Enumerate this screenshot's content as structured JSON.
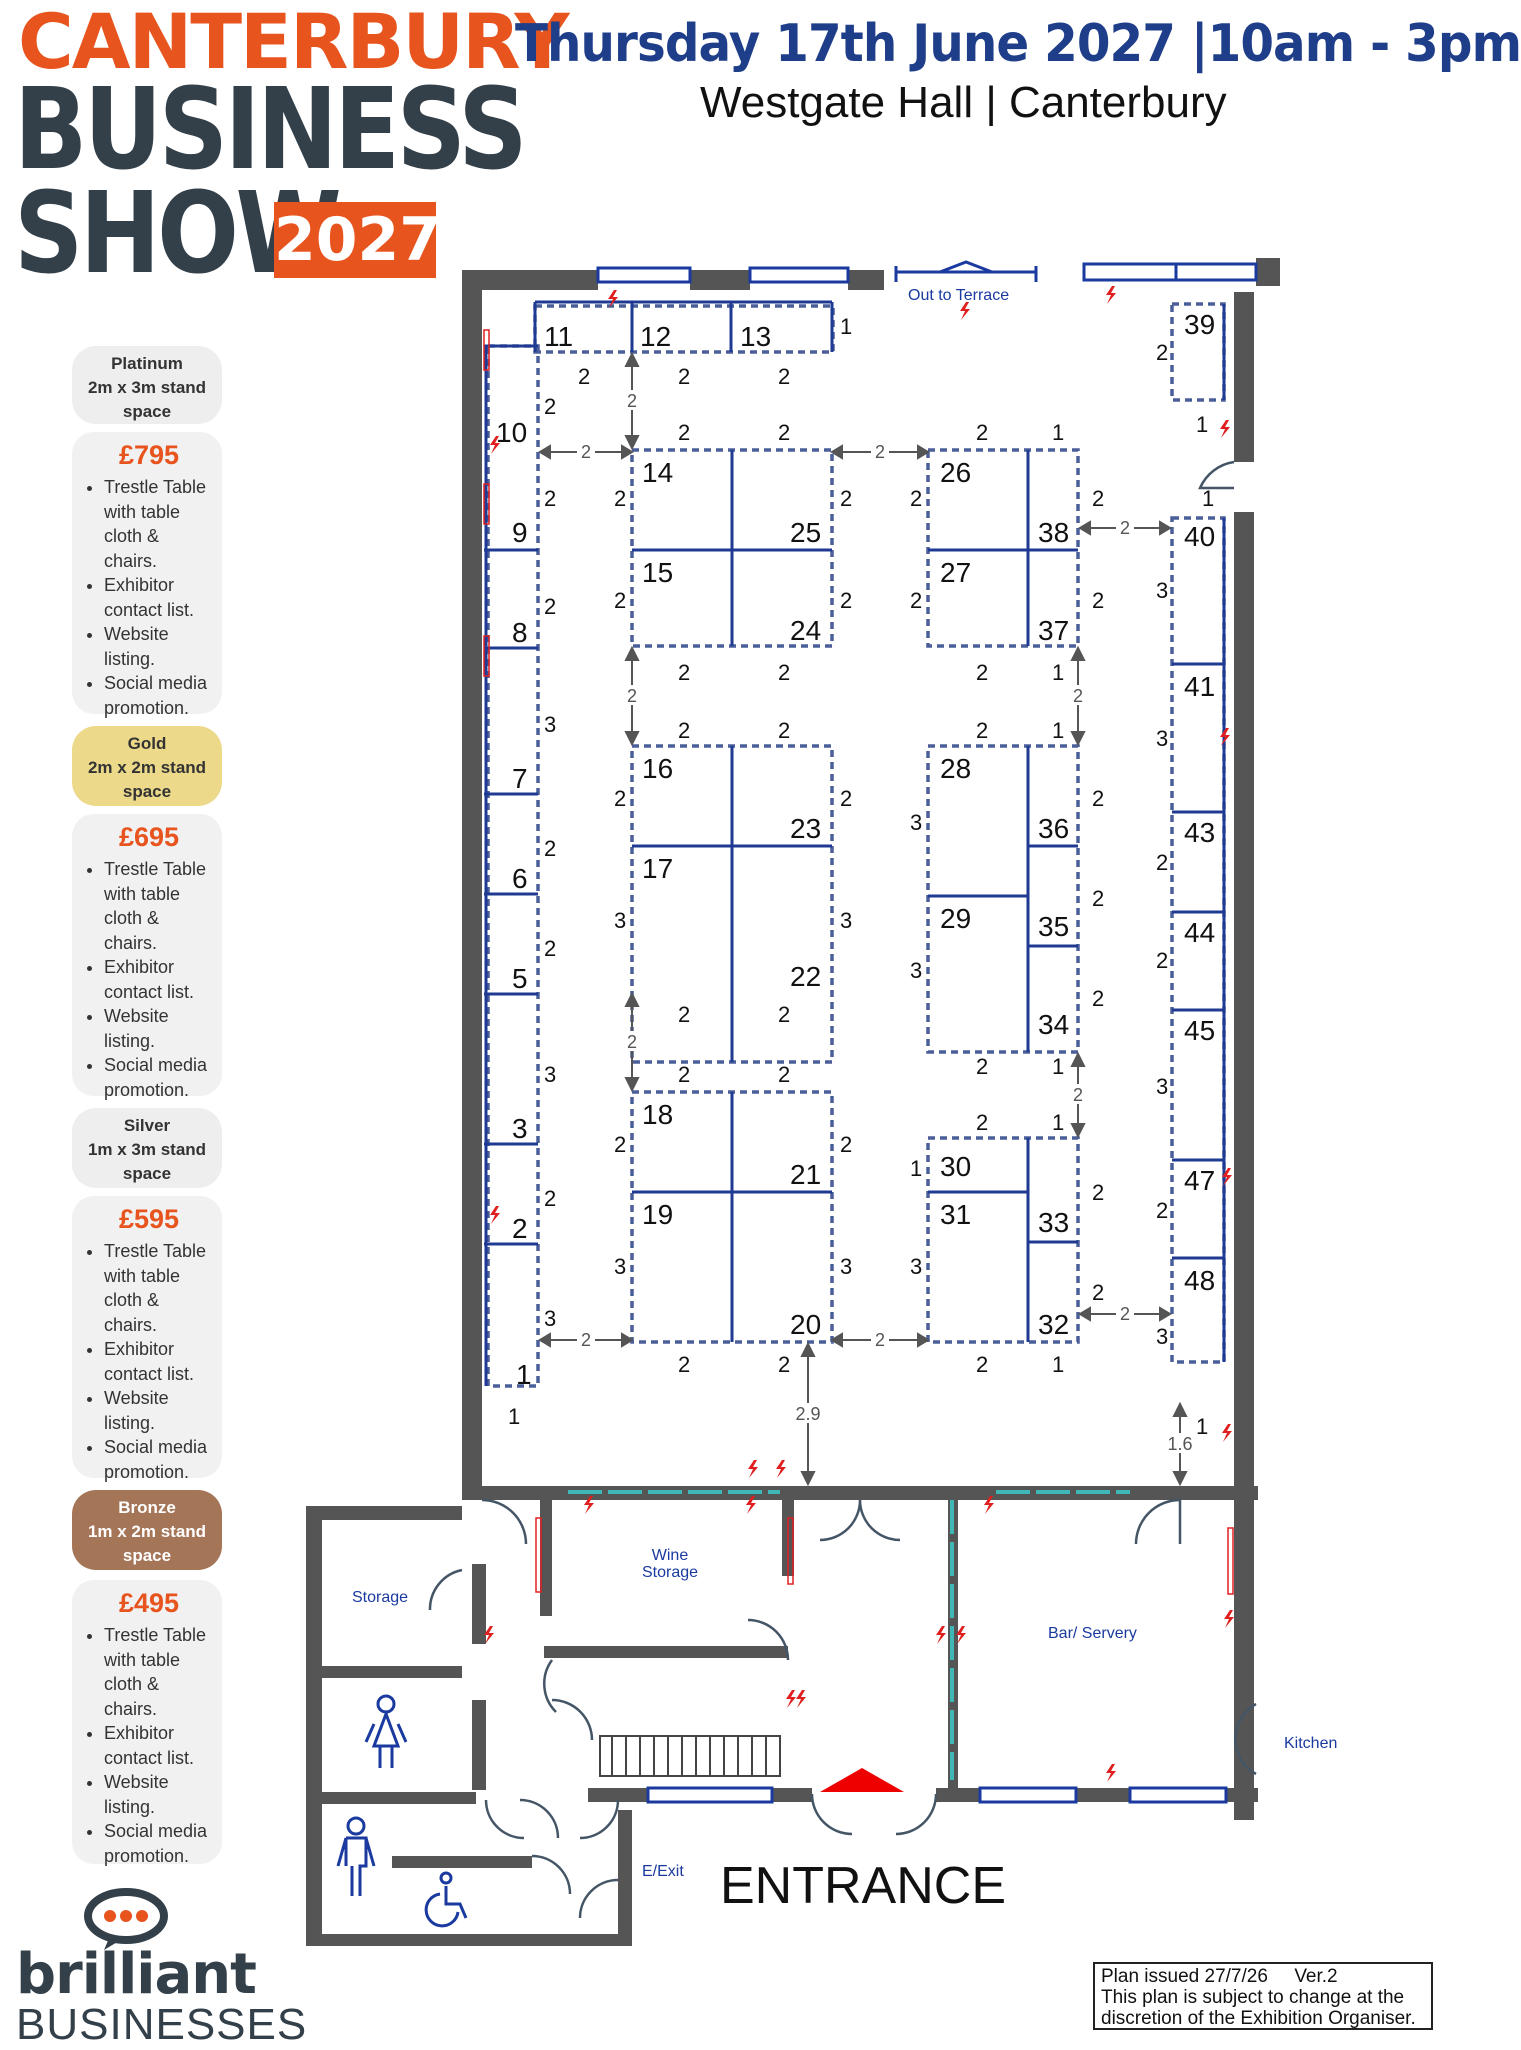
{
  "logo": {
    "line1": "CANTERBURY",
    "line2": "BUSINESS",
    "line3": "SHOW",
    "year": "2027"
  },
  "header": {
    "date": "Thursday 17th June 2027 |10am - 3pm",
    "venue": "Westgate Hall | Canterbury"
  },
  "packages": [
    {
      "name": "Platinum",
      "size": "2m x 3m stand space",
      "price": "£795",
      "color": "#eeeeee",
      "text_color": "#333333",
      "features": [
        "Trestle Table with table cloth & chairs.",
        "Exhibitor contact list.",
        "Website listing.",
        "Social media promotion."
      ]
    },
    {
      "name": "Gold",
      "size": "2m x 2m stand space",
      "price": "£695",
      "color": "#ecd98a",
      "text_color": "#333333",
      "features": [
        "Trestle Table with table cloth & chairs.",
        "Exhibitor contact list.",
        "Website listing.",
        "Social media promotion."
      ]
    },
    {
      "name": "Silver",
      "size": "1m x 3m stand space",
      "price": "£595",
      "color": "#eeeeee",
      "text_color": "#333333",
      "features": [
        "Trestle Table with table cloth & chairs.",
        "Exhibitor contact list.",
        "Website listing.",
        "Social media promotion."
      ]
    },
    {
      "name": "Bronze",
      "size": "1m x 2m stand space",
      "price": "£495",
      "color": "#a57558",
      "text_color": "#ffffff",
      "features": [
        "Trestle Table with table cloth & chairs.",
        "Exhibitor contact list.",
        "Website listing.",
        "Social media promotion."
      ]
    }
  ],
  "rooms": {
    "terrace": "Out to Terrace",
    "wine": "Wine Storage",
    "storage": "Storage",
    "bar": "Bar/ Servery",
    "kitchen": "Kitchen",
    "exit": "E/Exit"
  },
  "entrance": "ENTRANCE",
  "brand": {
    "line1": "brilliant",
    "line2": "BUSINESSES"
  },
  "note": {
    "line1": "Plan issued 27/7/26",
    "version": "Ver.2",
    "line2": "This plan is subject to change at the",
    "line3": "discretion of the Exhibition Organiser."
  },
  "colors": {
    "wall": "#555555",
    "stand": "#1f3a93",
    "dash": "#4a5f9a",
    "power": "#e02020",
    "text_blue": "#1a3aa0",
    "entrance_arrow": "#ee0000"
  }
}
